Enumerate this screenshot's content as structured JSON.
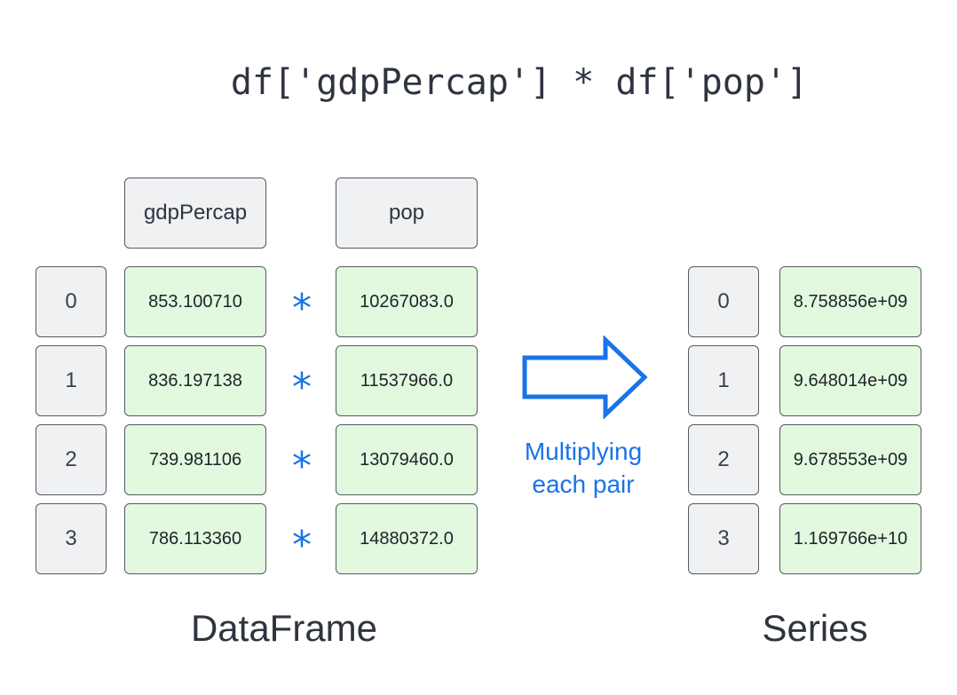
{
  "code": "df['gdpPercap'] * df['pop']",
  "dataframe": {
    "label": "DataFrame",
    "columns": [
      "gdpPercap",
      "pop"
    ],
    "index": [
      "0",
      "1",
      "2",
      "3"
    ],
    "gdpPercap": [
      "853.100710",
      "836.197138",
      "739.981106",
      "786.113360"
    ],
    "pop": [
      "10267083.0",
      "11537966.0",
      "13079460.0",
      "14880372.0"
    ]
  },
  "operator_symbol": "*",
  "arrow": {
    "caption_line1": "Multiplying",
    "caption_line2": "each pair",
    "color": "#1a73e8"
  },
  "series": {
    "label": "Series",
    "index": [
      "0",
      "1",
      "2",
      "3"
    ],
    "values": [
      "8.758856e+09",
      "9.648014e+09",
      "9.678553e+09",
      "1.169766e+10"
    ]
  },
  "colors": {
    "value_fill": "#e2f9df",
    "index_fill": "#f0f1f3",
    "accent": "#1a73e8"
  }
}
